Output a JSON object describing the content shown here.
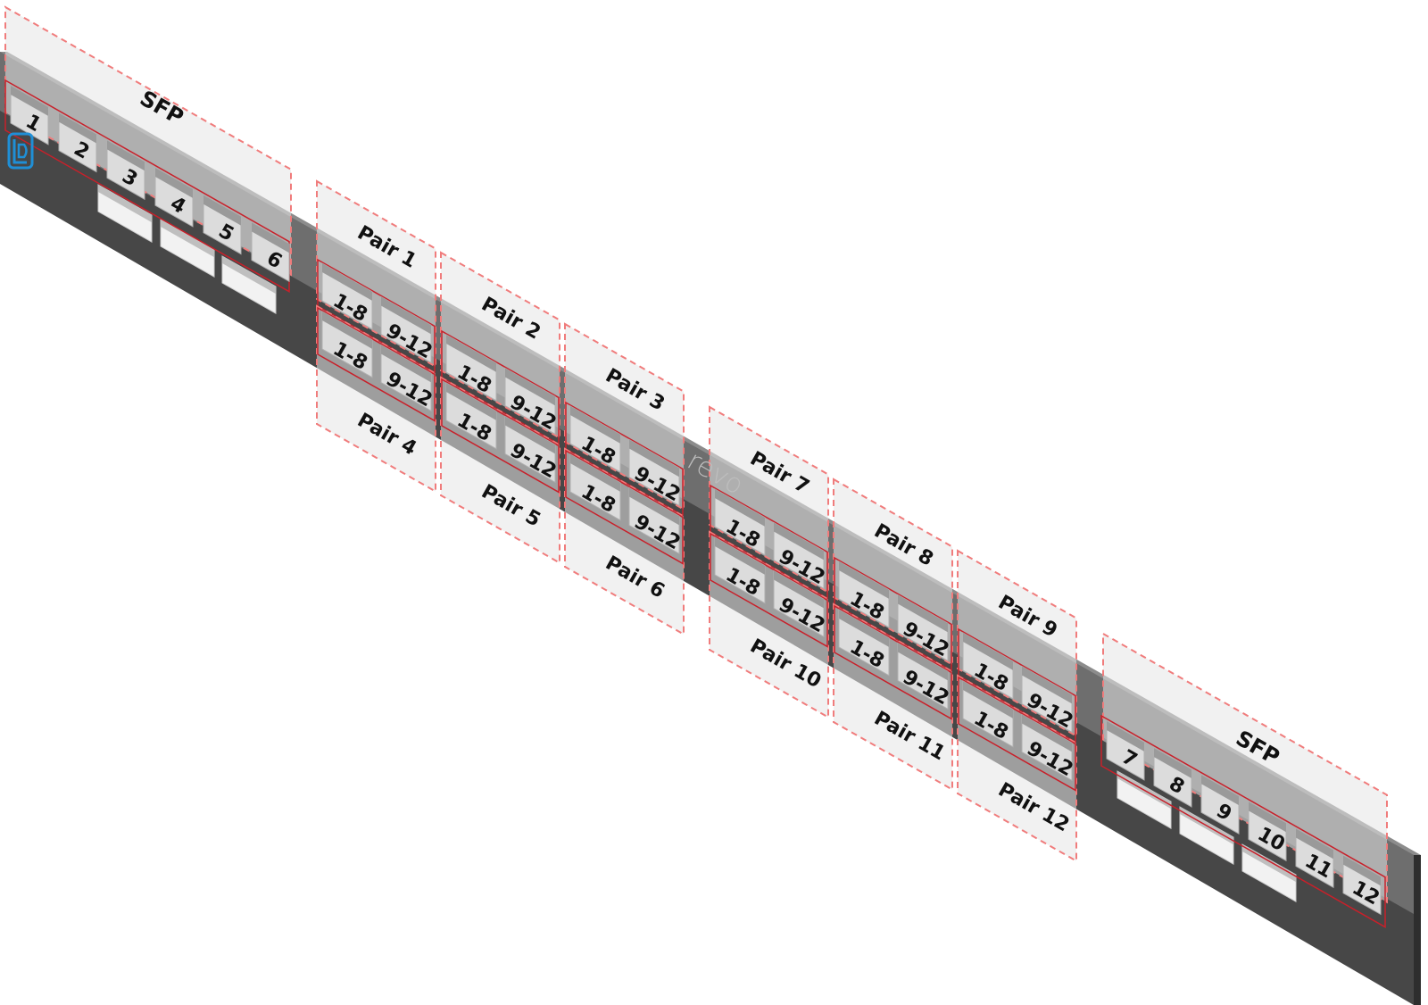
{
  "brand_wordmark": "revo",
  "logo_icon": "ld-logo-icon",
  "colors": {
    "panel_front": "#474747",
    "panel_top": "#8c8c8c",
    "panel_side": "#2e2e2e",
    "inner_rail": "#6e6e6e",
    "port_face": "#dcdcdc",
    "port_inner": "#9a9a9a",
    "overlay_fill": "#e6e6e6",
    "overlay_dash": "#f07c7c",
    "highlight_red": "#c8202a",
    "logo_blue": "#1f8fd6",
    "label_text": "#111111"
  },
  "sfp_left": {
    "label": "SFP",
    "ports": [
      "1",
      "2",
      "3",
      "4",
      "5",
      "6"
    ]
  },
  "sfp_right": {
    "label": "SFP",
    "ports": [
      "7",
      "8",
      "9",
      "10",
      "11",
      "12"
    ]
  },
  "pairs": [
    {
      "label": "Pair 1",
      "ports": [
        "1-8",
        "9-12"
      ]
    },
    {
      "label": "Pair 2",
      "ports": [
        "1-8",
        "9-12"
      ]
    },
    {
      "label": "Pair 3",
      "ports": [
        "1-8",
        "9-12"
      ]
    },
    {
      "label": "Pair 4",
      "ports": [
        "1-8",
        "9-12"
      ]
    },
    {
      "label": "Pair 5",
      "ports": [
        "1-8",
        "9-12"
      ]
    },
    {
      "label": "Pair 6",
      "ports": [
        "1-8",
        "9-12"
      ]
    },
    {
      "label": "Pair 7",
      "ports": [
        "1-8",
        "9-12"
      ]
    },
    {
      "label": "Pair 8",
      "ports": [
        "1-8",
        "9-12"
      ]
    },
    {
      "label": "Pair 9",
      "ports": [
        "1-8",
        "9-12"
      ]
    },
    {
      "label": "Pair 10",
      "ports": [
        "1-8",
        "9-12"
      ]
    },
    {
      "label": "Pair 11",
      "ports": [
        "1-8",
        "9-12"
      ]
    },
    {
      "label": "Pair  12",
      "ports": [
        "1-8",
        "9-12"
      ]
    }
  ]
}
